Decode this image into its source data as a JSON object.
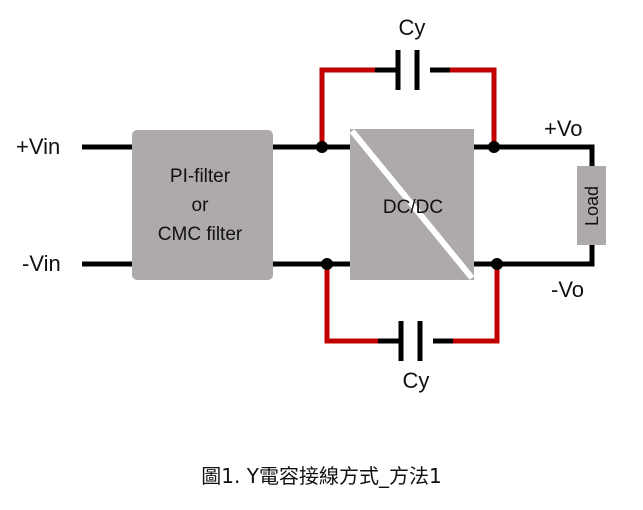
{
  "diagram": {
    "input_labels": {
      "plus": "+Vin",
      "minus": "-Vin"
    },
    "output_labels": {
      "plus": "+Vo",
      "minus": "-Vo"
    },
    "filter_block": {
      "line1": "PI-filter",
      "line2": "or",
      "line3": "CMC filter"
    },
    "converter_block": {
      "label": "DC/DC"
    },
    "load": {
      "label": "Load"
    },
    "capacitor_top": {
      "label": "Cy"
    },
    "capacitor_bottom": {
      "label": "Cy"
    },
    "colors": {
      "wire": "#000000",
      "y_cap_wire": "#c00000",
      "block_fill": "#aeaaa9",
      "load_fill": "#aeaaa9"
    }
  },
  "caption": "圖1.  Y電容接線方式_方法1"
}
